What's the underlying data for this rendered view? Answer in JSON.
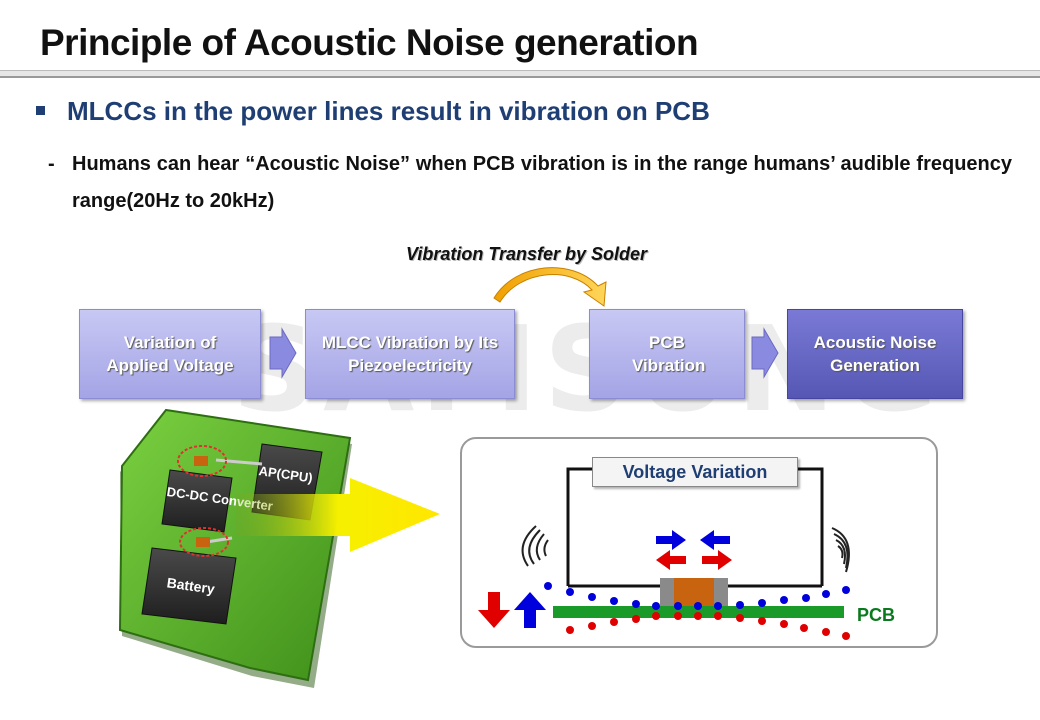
{
  "title": "Principle of Acoustic Noise generation",
  "bullet": "MLCCs in the power lines result in vibration on PCB",
  "sub_dash": "-",
  "sub_text": "Humans can hear “Acoustic Noise” when PCB vibration is in the range humans’ audible frequency range(20Hz to 20kHz)",
  "watermark": "SAMSUNG",
  "flow": {
    "transfer_label": "Vibration Transfer by Solder",
    "steps": [
      "Variation of Applied Voltage",
      "MLCC Vibration by Its Piezoelectricity",
      "PCB Vibration",
      "Acoustic Noise Generation"
    ]
  },
  "board": {
    "ap_label": "AP(CPU)",
    "dcdc_label": "DC-DC Converter",
    "battery_label": "Battery"
  },
  "diagram": {
    "voltage_label": "Voltage Variation",
    "pcb_label": "PCB"
  },
  "colors": {
    "title_blue": "#1f3e73",
    "box_light": "#b4b4ec",
    "box_dark": "#6464c4",
    "pcb_green": "#1a9a28",
    "mlcc_brown": "#c86410",
    "charge_blue": "#0000dd",
    "charge_red": "#e00000"
  }
}
